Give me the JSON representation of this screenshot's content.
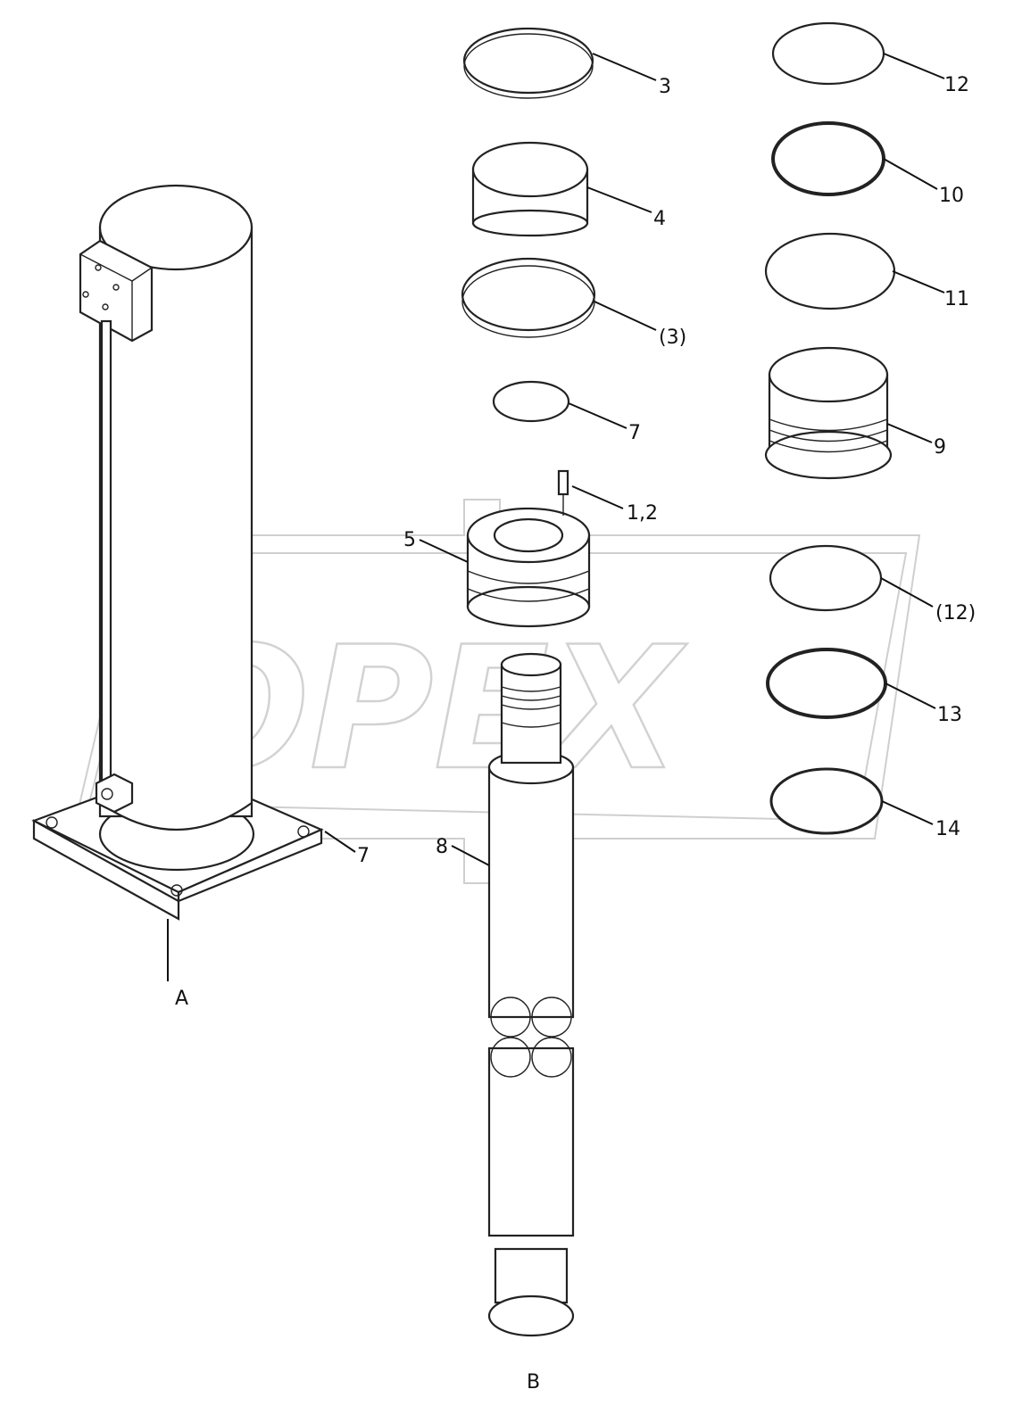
{
  "watermark": "OPEX",
  "callouts": [
    {
      "id": "c-3",
      "text": "3"
    },
    {
      "id": "c-4",
      "text": "4"
    },
    {
      "id": "c-3b",
      "text": "(3)"
    },
    {
      "id": "c-7a",
      "text": "7"
    },
    {
      "id": "c-12",
      "text": "12"
    },
    {
      "id": "c-10",
      "text": "10"
    },
    {
      "id": "c-11",
      "text": "11"
    },
    {
      "id": "c-9",
      "text": "9"
    },
    {
      "id": "c-12b",
      "text": "(12)"
    },
    {
      "id": "c-13",
      "text": "13"
    },
    {
      "id": "c-14",
      "text": "14"
    },
    {
      "id": "c-12-1",
      "text": "1,2"
    },
    {
      "id": "c-5",
      "text": "5"
    },
    {
      "id": "c-7b",
      "text": "7"
    },
    {
      "id": "c-8",
      "text": "8"
    },
    {
      "id": "c-A",
      "text": "A"
    },
    {
      "id": "c-B",
      "text": "B"
    }
  ]
}
